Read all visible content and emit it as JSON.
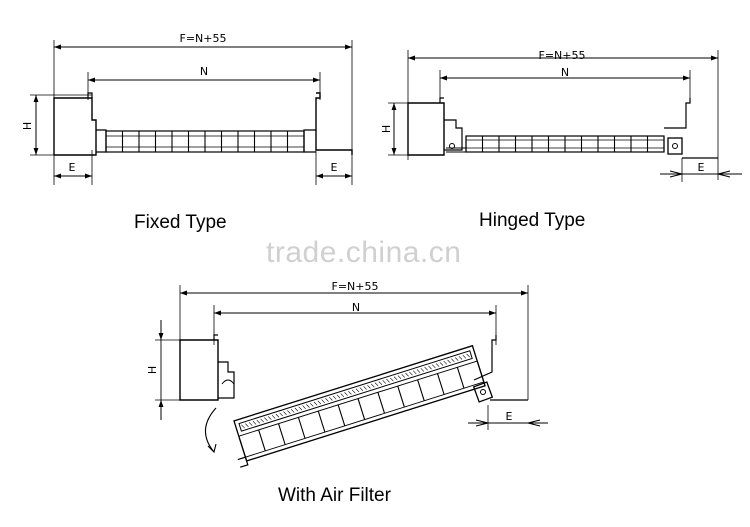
{
  "diagrams": {
    "fixed": {
      "overall_dim": "F=N+55",
      "inner_dim": "N",
      "height_dim": "H",
      "edge_dim_left": "E",
      "edge_dim_right": "E",
      "caption": "Fixed Type"
    },
    "hinged": {
      "overall_dim": "F=N+55",
      "inner_dim": "N",
      "height_dim": "H",
      "edge_dim": "E",
      "caption": "Hinged Type"
    },
    "filter": {
      "overall_dim": "F=N+55",
      "inner_dim": "N",
      "height_dim": "H",
      "edge_dim": "E",
      "caption": "With Air Filter"
    }
  },
  "watermark": "trade.china.cn"
}
